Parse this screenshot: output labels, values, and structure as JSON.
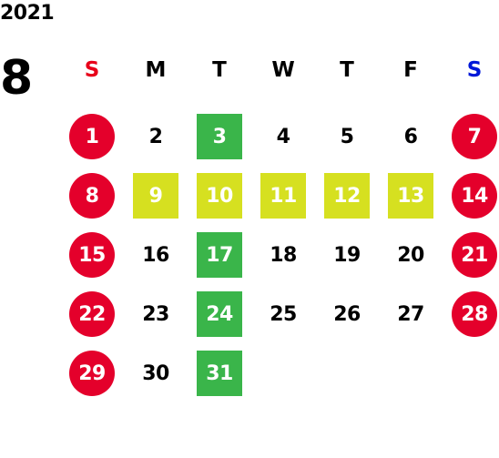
{
  "year": "2021",
  "month": "8",
  "colors": {
    "sunday_header": "#e8001a",
    "saturday_header": "#0018d8",
    "weekday_header": "#000000",
    "holiday_circle": "#e4002b",
    "green_square": "#3ab54a",
    "yellow_square": "#d6e020",
    "plain_text": "#000000"
  },
  "weekdays": [
    {
      "label": "S",
      "kind": "sunday"
    },
    {
      "label": "M",
      "kind": "weekday"
    },
    {
      "label": "T",
      "kind": "weekday"
    },
    {
      "label": "W",
      "kind": "weekday"
    },
    {
      "label": "T",
      "kind": "weekday"
    },
    {
      "label": "F",
      "kind": "weekday"
    },
    {
      "label": "S",
      "kind": "saturday"
    }
  ],
  "days": [
    {
      "day": "1",
      "row": 0,
      "col": 0,
      "style": "red-circle"
    },
    {
      "day": "2",
      "row": 0,
      "col": 1,
      "style": "plain"
    },
    {
      "day": "3",
      "row": 0,
      "col": 2,
      "style": "green-square"
    },
    {
      "day": "4",
      "row": 0,
      "col": 3,
      "style": "plain"
    },
    {
      "day": "5",
      "row": 0,
      "col": 4,
      "style": "plain"
    },
    {
      "day": "6",
      "row": 0,
      "col": 5,
      "style": "plain"
    },
    {
      "day": "7",
      "row": 0,
      "col": 6,
      "style": "red-circle"
    },
    {
      "day": "8",
      "row": 1,
      "col": 0,
      "style": "red-circle"
    },
    {
      "day": "9",
      "row": 1,
      "col": 1,
      "style": "yellow-square"
    },
    {
      "day": "10",
      "row": 1,
      "col": 2,
      "style": "yellow-square"
    },
    {
      "day": "11",
      "row": 1,
      "col": 3,
      "style": "yellow-square"
    },
    {
      "day": "12",
      "row": 1,
      "col": 4,
      "style": "yellow-square"
    },
    {
      "day": "13",
      "row": 1,
      "col": 5,
      "style": "yellow-square"
    },
    {
      "day": "14",
      "row": 1,
      "col": 6,
      "style": "red-circle"
    },
    {
      "day": "15",
      "row": 2,
      "col": 0,
      "style": "red-circle"
    },
    {
      "day": "16",
      "row": 2,
      "col": 1,
      "style": "plain"
    },
    {
      "day": "17",
      "row": 2,
      "col": 2,
      "style": "green-square"
    },
    {
      "day": "18",
      "row": 2,
      "col": 3,
      "style": "plain"
    },
    {
      "day": "19",
      "row": 2,
      "col": 4,
      "style": "plain"
    },
    {
      "day": "20",
      "row": 2,
      "col": 5,
      "style": "plain"
    },
    {
      "day": "21",
      "row": 2,
      "col": 6,
      "style": "red-circle"
    },
    {
      "day": "22",
      "row": 3,
      "col": 0,
      "style": "red-circle"
    },
    {
      "day": "23",
      "row": 3,
      "col": 1,
      "style": "plain"
    },
    {
      "day": "24",
      "row": 3,
      "col": 2,
      "style": "green-square"
    },
    {
      "day": "25",
      "row": 3,
      "col": 3,
      "style": "plain"
    },
    {
      "day": "26",
      "row": 3,
      "col": 4,
      "style": "plain"
    },
    {
      "day": "27",
      "row": 3,
      "col": 5,
      "style": "plain"
    },
    {
      "day": "28",
      "row": 3,
      "col": 6,
      "style": "red-circle"
    },
    {
      "day": "29",
      "row": 4,
      "col": 0,
      "style": "red-circle"
    },
    {
      "day": "30",
      "row": 4,
      "col": 1,
      "style": "plain"
    },
    {
      "day": "31",
      "row": 4,
      "col": 2,
      "style": "green-square"
    }
  ]
}
